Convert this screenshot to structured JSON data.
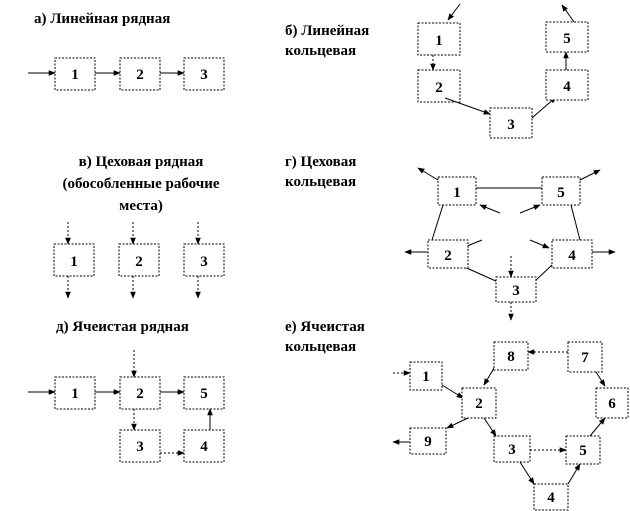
{
  "panels": {
    "a": {
      "title": "а) Линейная рядная",
      "nodes": [
        "1",
        "2",
        "3"
      ]
    },
    "b": {
      "title_line1": "б) Линейная",
      "title_line2": "кольцевая",
      "nodes": [
        "1",
        "2",
        "3",
        "4",
        "5"
      ]
    },
    "v": {
      "title_line1": "в) Цеховая рядная",
      "title_line2": "(обособленные рабочие",
      "title_line3": "места)",
      "nodes": [
        "1",
        "2",
        "3"
      ]
    },
    "g": {
      "title_line1": "г) Цеховая",
      "title_line2": "кольцевая",
      "nodes": [
        "1",
        "2",
        "3",
        "4",
        "5"
      ]
    },
    "d": {
      "title": "д) Ячеистая рядная",
      "nodes": [
        "1",
        "2",
        "3",
        "4",
        "5"
      ]
    },
    "e": {
      "title_line1": "е) Ячеистая",
      "title_line2": "кольцевая",
      "nodes": [
        "1",
        "2",
        "3",
        "4",
        "5",
        "6",
        "7",
        "8",
        "9"
      ]
    }
  }
}
